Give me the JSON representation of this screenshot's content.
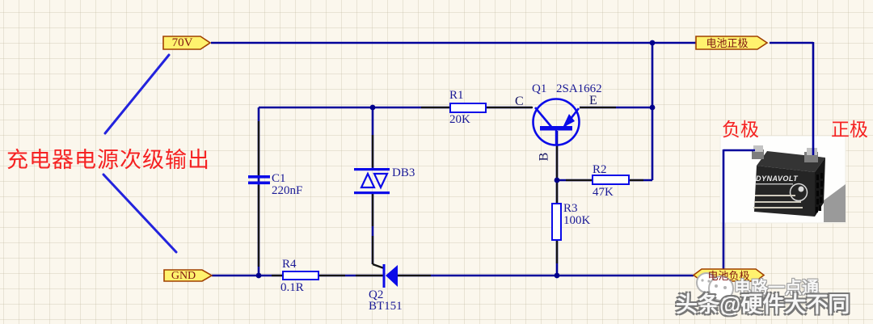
{
  "colors": {
    "background": "#FBF7ED",
    "wire": "#00009B",
    "component_outline": "#0B0BE8",
    "pin": "#141414",
    "junction": "#00008B",
    "port_fill": "#FFF26E",
    "port_border": "#A04000",
    "port_text": "#7E1410",
    "designator_text": "#1a1a96",
    "annotation_red": "#F52222",
    "annotation_line_blue": "#2323DD"
  },
  "ports": {
    "supply": {
      "label": "70V"
    },
    "battery_positive": {
      "label": "电池正极"
    },
    "ground": {
      "label": "GND"
    },
    "battery_negative": {
      "label": "电池负极"
    }
  },
  "annotations": {
    "charger_output": "充电器电源次级输出",
    "battery_negative_label": "负极",
    "battery_positive_label": "正极"
  },
  "components": {
    "r1": {
      "designator": "R1",
      "value": "20K"
    },
    "r2": {
      "designator": "R2",
      "value": "47K"
    },
    "r3": {
      "designator": "R3",
      "value": "100K"
    },
    "r4": {
      "designator": "R4",
      "value": "0.1R"
    },
    "c1": {
      "designator": "C1",
      "value": "220nF"
    },
    "db3": {
      "designator": "DB3"
    },
    "q1": {
      "designator": "Q1",
      "part_number": "2SA1662",
      "pins": {
        "collector": "C",
        "base": "B",
        "emitter": "E"
      }
    },
    "q2": {
      "designator": "Q2",
      "part_number": "BT151"
    }
  },
  "battery": {
    "brand": "DYNAVOLT"
  },
  "watermark": {
    "line1": "电路一点通",
    "line2": "头条@硬件大不同"
  }
}
